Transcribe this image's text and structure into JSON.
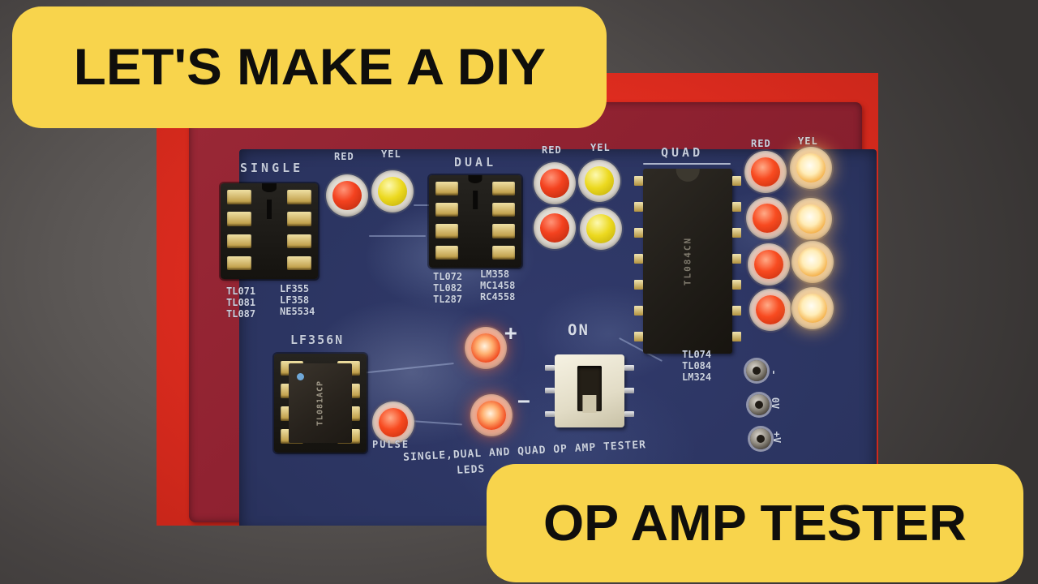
{
  "overlays": {
    "top_banner": "LET'S MAKE A DIY",
    "bottom_banner": "OP AMP TESTER"
  },
  "board": {
    "single": {
      "label": "SINGLE",
      "red_label": "RED",
      "yel_label": "YEL",
      "col1": [
        "TL071",
        "TL081",
        "TL087"
      ],
      "col2": [
        "LF355",
        "LF358",
        "NE5534"
      ]
    },
    "dual": {
      "label": "DUAL",
      "red_label": "RED",
      "yel_label": "YEL",
      "col1": [
        "TL072",
        "TL082",
        "TL287"
      ],
      "col2": [
        "LM358",
        "MC1458",
        "RC4558"
      ]
    },
    "quad": {
      "label": "QUAD",
      "red_label": "RED",
      "yel_label": "YEL",
      "chip_marking": "TL084CN",
      "col1": [
        "TL074",
        "TL084",
        "LM324"
      ]
    },
    "lf356": {
      "label": "LF356N",
      "chip_marking": "TL081ACP",
      "pulse_label": "PULSE"
    },
    "switch_label": "ON",
    "plus_label": "+",
    "minus_label": "−",
    "terminals": [
      "-",
      "0V",
      "+V"
    ],
    "footer_line1": "SINGLE,DUAL AND QUAD OP AMP TESTER",
    "footer_line2": "LEDS"
  },
  "colors": {
    "banner_yellow": "#F8D44C",
    "banner_text": "#0F0E0C",
    "mat_red": "#DE2C1F",
    "case_maroon": "#8E2130",
    "pcb_blue": "#2B3460",
    "silkscreen": "#CCD2DF",
    "led_red": "#F4421F",
    "led_yellow": "#ECD91F",
    "lit_glow": "#FFBA58",
    "background_gray": "#474342"
  }
}
